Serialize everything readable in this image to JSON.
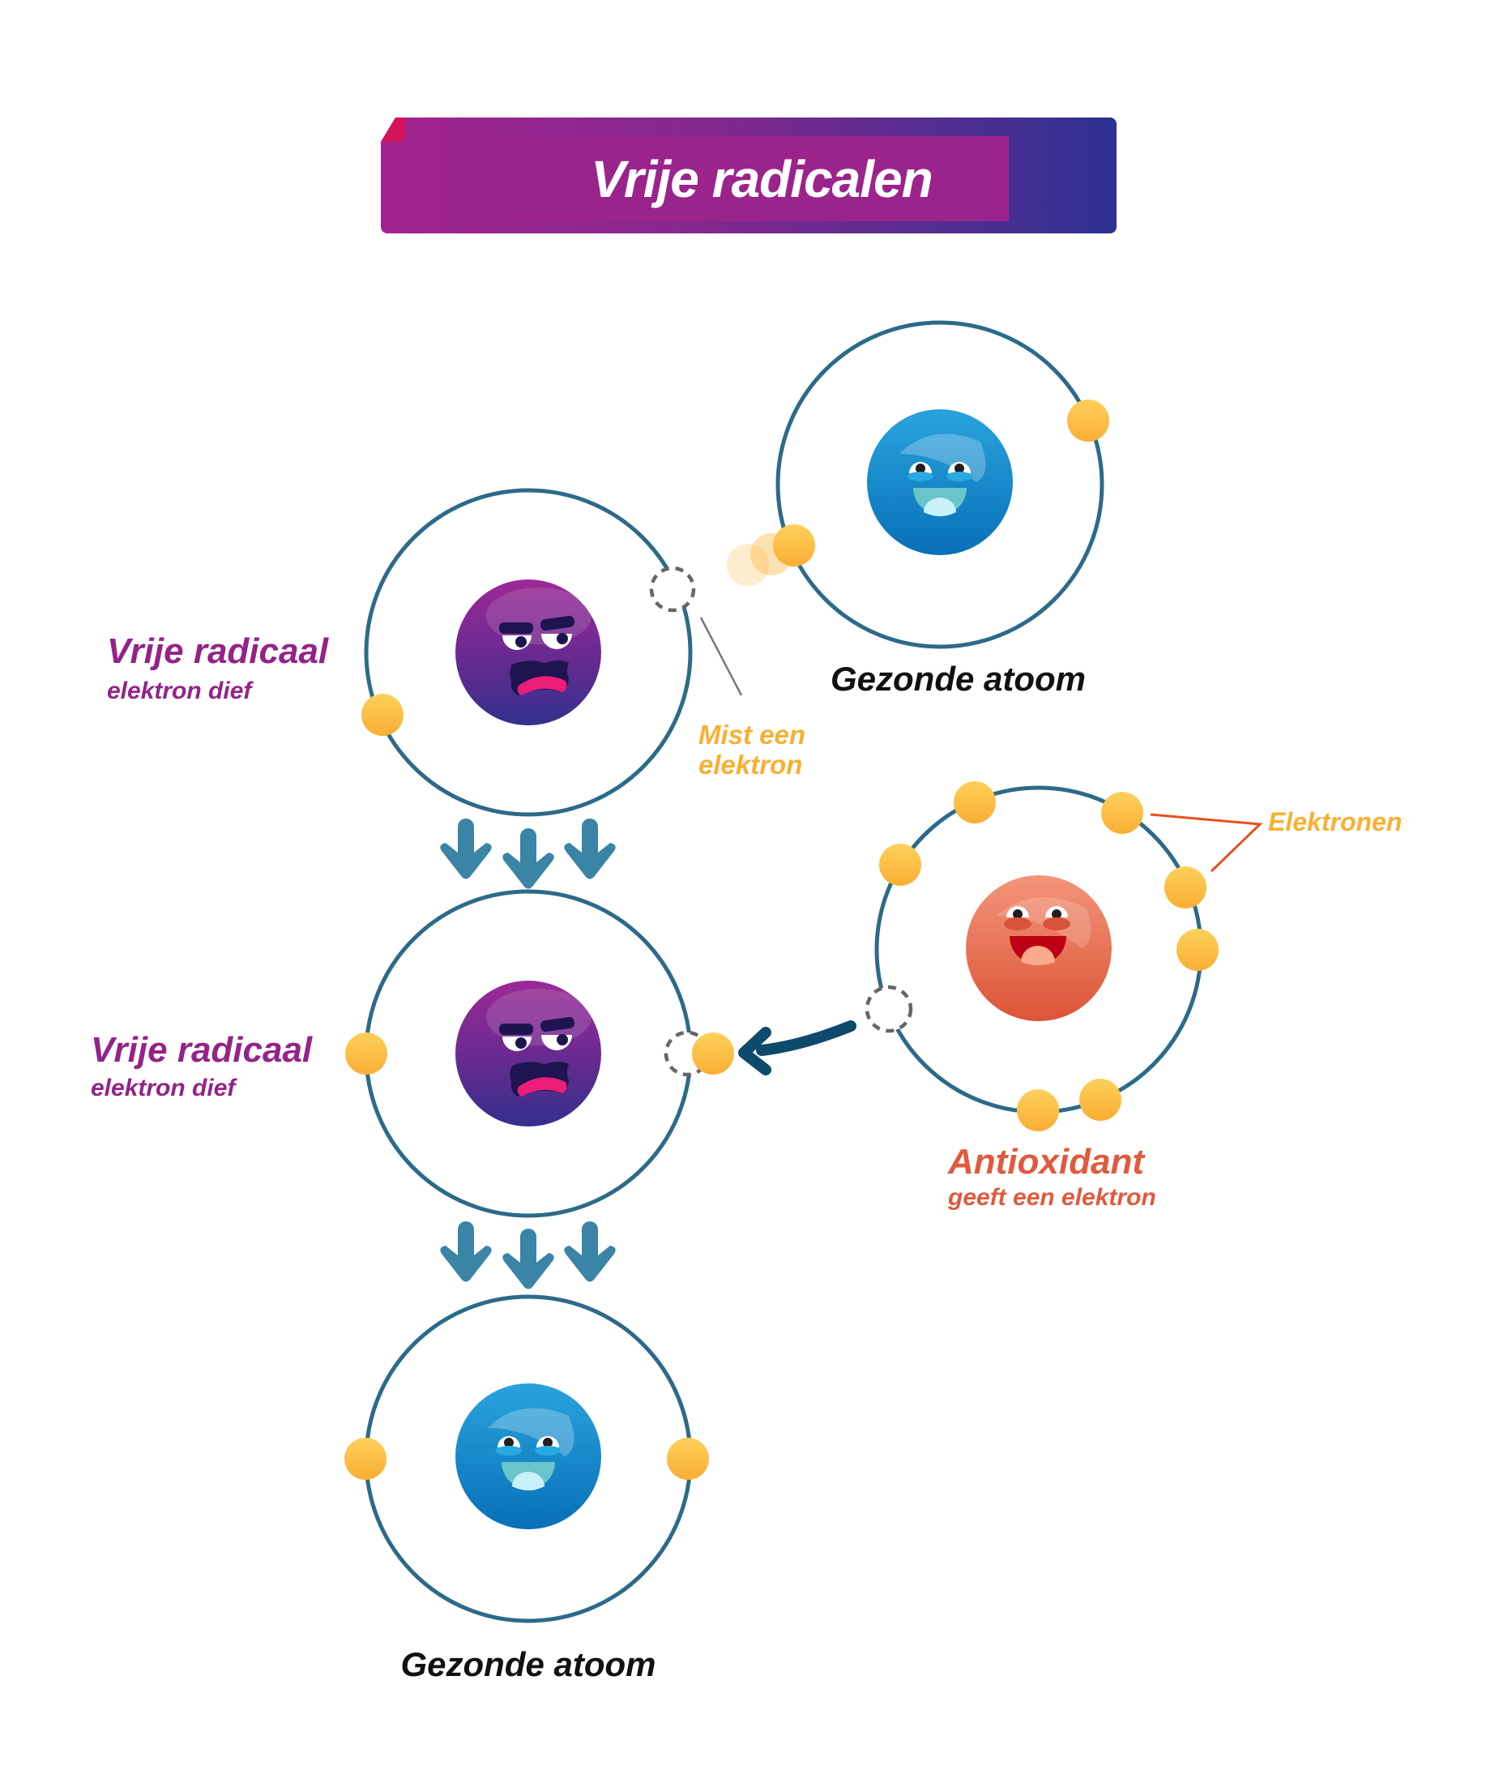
{
  "title": "Vrije radicalen",
  "colors": {
    "banner_start": "#A3238E",
    "banner_end": "#2E3192",
    "banner_inner": "#9B248C",
    "banner_fold": "#D4145A",
    "orbit": "#2D6A8A",
    "arrow": "#3A84A6",
    "donate_arrow": "#0E4A6B",
    "electron": "#FBB53A",
    "radical_text": "#932389",
    "missing_text": "#F7B033",
    "antioxidant_text": "#E05A3E",
    "electron_leader": "#E8501E",
    "healthy_text": "#111111",
    "dashed": "#666666"
  },
  "labels": {
    "radical_1_title": "Vrije radicaal",
    "radical_1_sub": "elektron dief",
    "radical_2_title": "Vrije radicaal",
    "radical_2_sub": "elektron dief",
    "missing_line1": "Mist een",
    "missing_line2": "elektron",
    "healthy_top": "Gezonde atoom",
    "healthy_bottom": "Gezonde atoom",
    "electrons": "Elektronen",
    "antioxidant_title": "Antioxidant",
    "antioxidant_sub": "geeft een elektron"
  },
  "atoms": [
    {
      "id": "radical-top",
      "type": "free-radical",
      "electrons": 1,
      "missing": 1,
      "face": "angry"
    },
    {
      "id": "healthy-top",
      "type": "healthy",
      "electrons": 2,
      "face": "happy"
    },
    {
      "id": "radical-middle",
      "type": "free-radical",
      "electrons": 2,
      "missing": 0,
      "face": "angry"
    },
    {
      "id": "antioxidant",
      "type": "antioxidant",
      "electrons": 7,
      "missing": 1,
      "face": "happy"
    },
    {
      "id": "healthy-bottom",
      "type": "healthy",
      "electrons": 2,
      "face": "happy"
    }
  ]
}
